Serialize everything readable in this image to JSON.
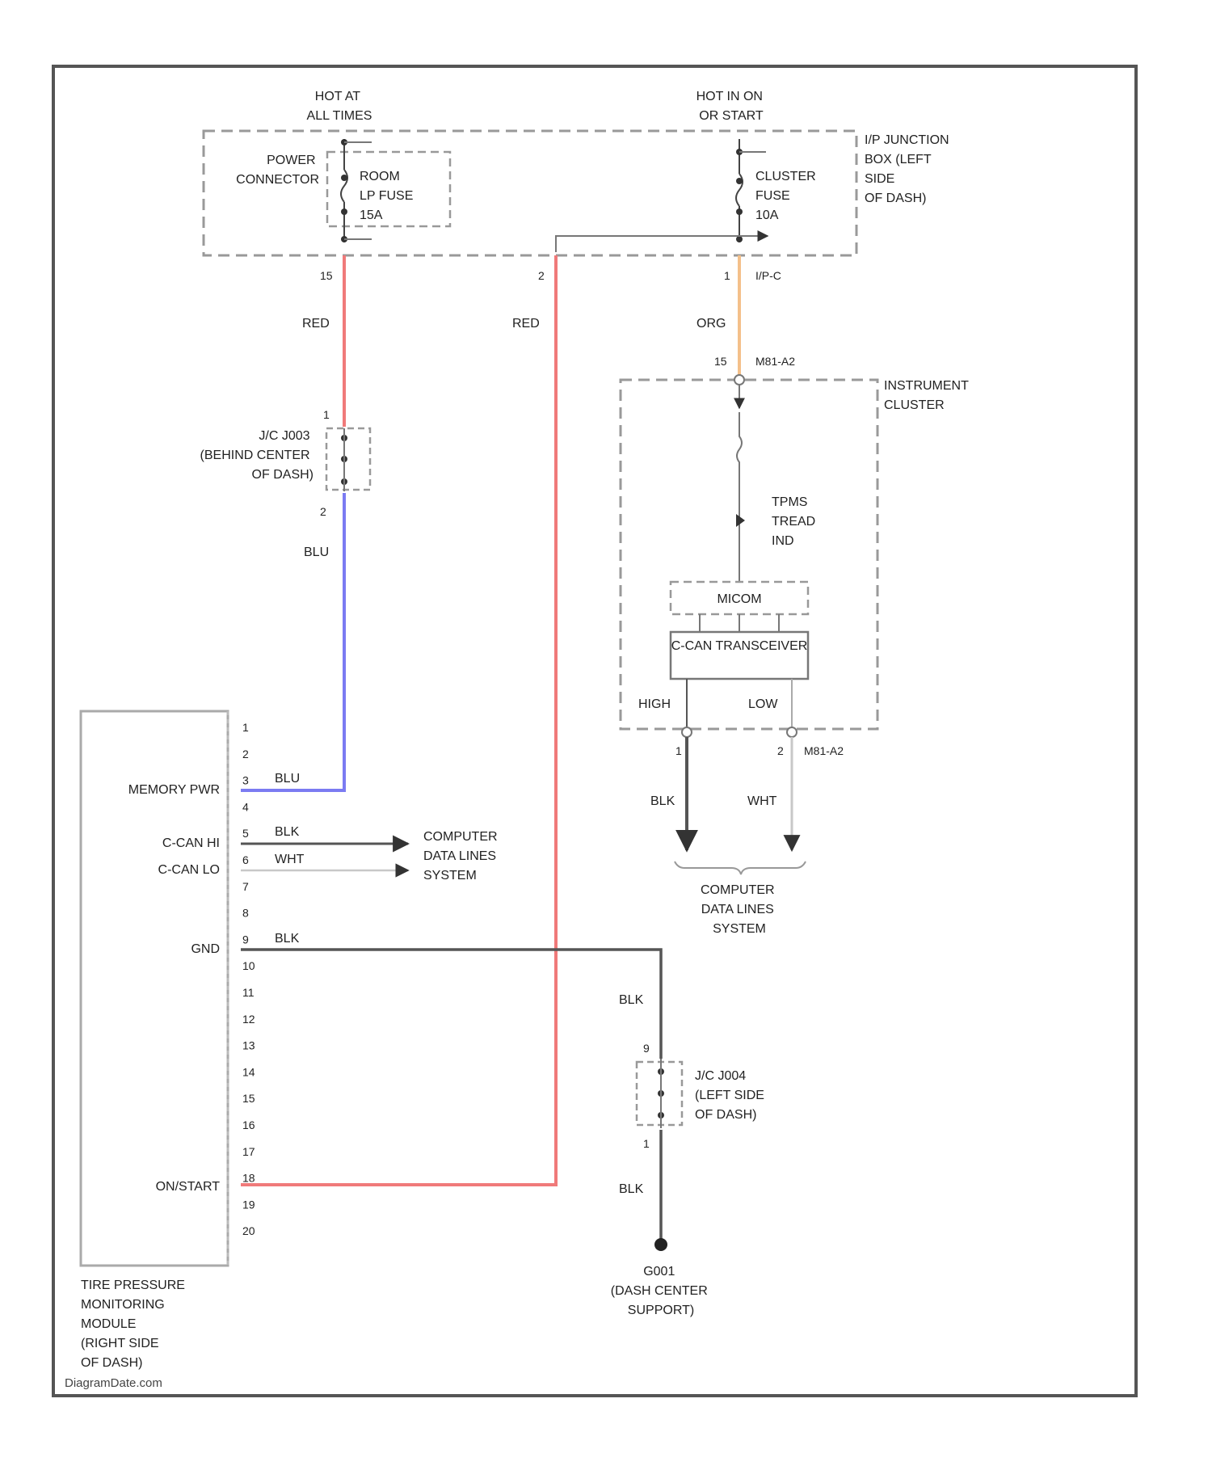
{
  "watermark": "DiagramDate.com",
  "colors": {
    "red": "#f07a7a",
    "blue": "#7b7bf2",
    "orange": "#f4c08a",
    "black": "#555555",
    "white_wire": "#c8c8c8",
    "frame": "#555555",
    "dashed": "#999999"
  },
  "supply": {
    "hot_at_all_times": [
      "HOT AT",
      "ALL TIMES"
    ],
    "hot_in_on": [
      "HOT IN ON",
      "OR START"
    ],
    "junction_box": [
      "I/P JUNCTION",
      "BOX (LEFT",
      "SIDE",
      "OF DASH)"
    ],
    "power_connector": [
      "POWER",
      "CONNECTOR"
    ],
    "room_fuse": [
      "ROOM",
      "LP FUSE",
      "15A"
    ],
    "cluster_fuse": [
      "CLUSTER",
      "FUSE",
      "10A"
    ],
    "pin_15": "15",
    "pin_2": "2",
    "pin_1": "1",
    "conn_ipc": "I/P-C"
  },
  "wires": {
    "red1": "RED",
    "red2": "RED",
    "org": "ORG",
    "blu1": "BLU",
    "blu2": "BLU",
    "blk_canh": "BLK",
    "wht_canl": "WHT",
    "blk_gnd": "BLK",
    "blk_jc1": "BLK",
    "blk_jc2": "BLK",
    "blk_cl": "BLK",
    "wht_cl": "WHT"
  },
  "jc_left": {
    "label": [
      "J/C J003",
      "(BEHIND CENTER",
      "OF DASH)"
    ],
    "pin_top": "1",
    "pin_bot": "2"
  },
  "instrument_cluster": {
    "label": [
      "INSTRUMENT",
      "CLUSTER"
    ],
    "pin_top": "15",
    "conn": "M81-A2",
    "tpms_ind": [
      "TPMS",
      "TREAD",
      "IND"
    ],
    "micom": "MICOM",
    "transceiver": "C-CAN TRANSCEIVER",
    "high": "HIGH",
    "low": "LOW",
    "pin_high": "1",
    "pin_low": "2",
    "conn_bottom": "M81-A2"
  },
  "cdl_right": [
    "COMPUTER",
    "DATA LINES",
    "SYSTEM"
  ],
  "cdl_left": [
    "COMPUTER",
    "DATA LINES",
    "SYSTEM"
  ],
  "module": {
    "label": [
      "TIRE PRESSURE",
      "MONITORING",
      "MODULE",
      "(RIGHT SIDE",
      "OF DASH)"
    ],
    "pins": [
      "1",
      "2",
      "3",
      "4",
      "5",
      "6",
      "7",
      "8",
      "9",
      "10",
      "11",
      "12",
      "13",
      "14",
      "15",
      "16",
      "17",
      "18",
      "19",
      "20"
    ],
    "memory_pwr": "MEMORY PWR",
    "ccan_hi": "C-CAN HI",
    "ccan_lo": "C-CAN LO",
    "gnd": "GND",
    "on_start": "ON/START"
  },
  "jc_right": {
    "label": [
      "J/C J004",
      "(LEFT SIDE",
      "OF DASH)"
    ],
    "pin_top": "9",
    "pin_bot": "1"
  },
  "ground": [
    "G001",
    "(DASH CENTER",
    "SUPPORT)"
  ]
}
